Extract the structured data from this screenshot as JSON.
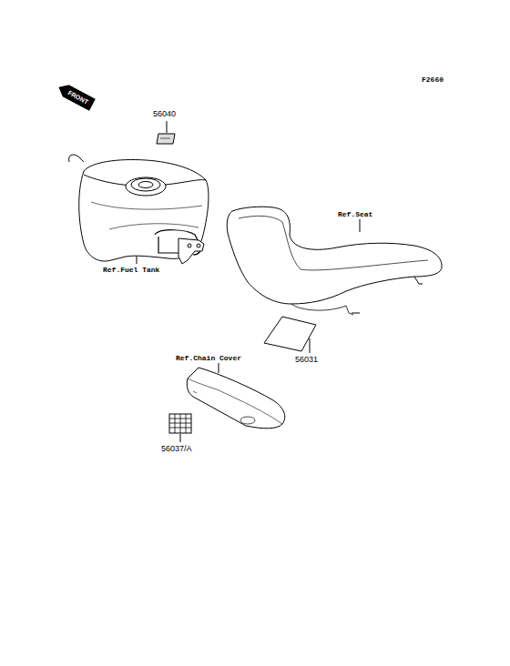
{
  "diagram": {
    "nodes": [
      {
        "text": [
          "FRONT"
        ]
      }
    ],
    "labels": [
      "F2660",
      "56040",
      "Ref.Fuel Tank",
      "Ref.Seat",
      "56031",
      "Ref.Chain Cover",
      "56037/A"
    ]
  }
}
